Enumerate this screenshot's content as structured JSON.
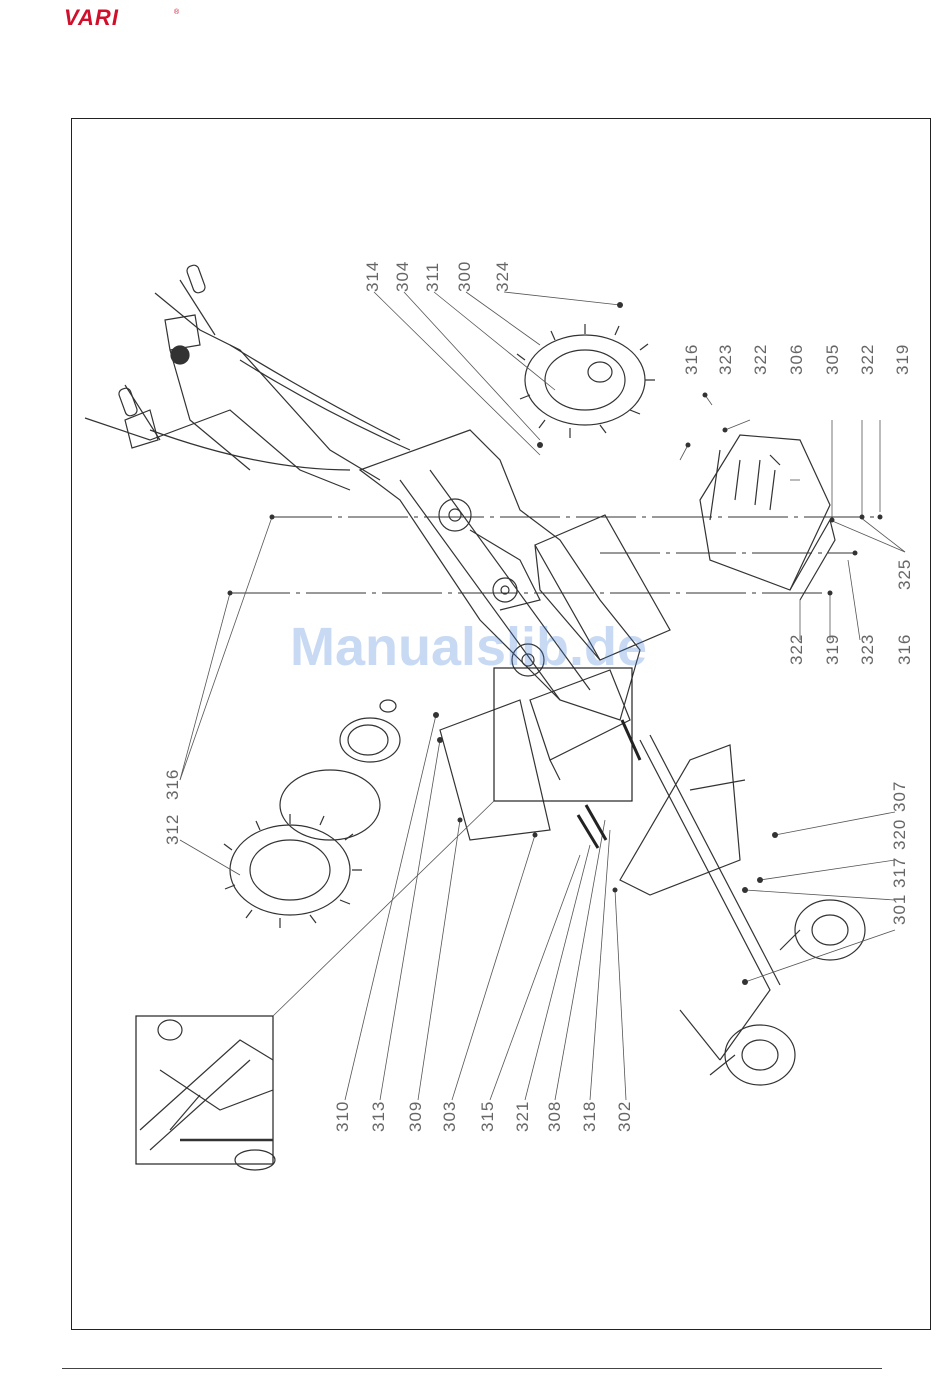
{
  "header": {
    "brand": "VARI",
    "brand_mark": "®",
    "brand_color": "#d0102b"
  },
  "watermark": "Manualslib.de",
  "labels": {
    "top": [
      "314",
      "304",
      "311",
      "300",
      "324"
    ],
    "right_top": [
      "316",
      "323",
      "322",
      "306",
      "305",
      "322",
      "319"
    ],
    "right_bottom": [
      "325",
      "316",
      "323",
      "319",
      "322"
    ],
    "left": [
      "316",
      "312"
    ],
    "bottom": [
      "310",
      "313",
      "309",
      "303",
      "315",
      "321",
      "308",
      "318",
      "302"
    ],
    "right_mid": [
      "307",
      "320",
      "317",
      "301"
    ]
  }
}
